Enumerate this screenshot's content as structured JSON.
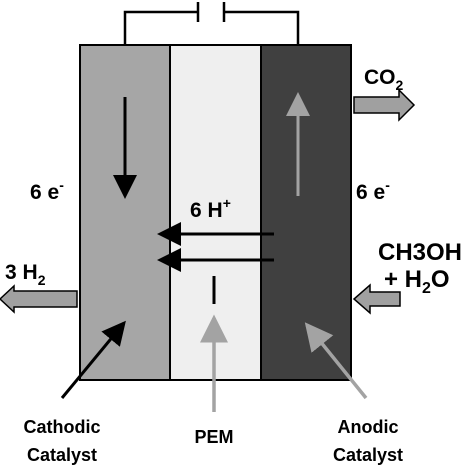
{
  "diagram": {
    "electrons_left": "6 e",
    "electrons_right": "6 e",
    "electron_superscript": "-",
    "protons": "6 H",
    "protons_superscript": "+",
    "co2_main": "CO",
    "co2_sub": "2",
    "h2_prefix": "3 H",
    "h2_sub": "2",
    "fuel_line1": "CH3OH",
    "fuel_line2_prefix": "+ H",
    "fuel_line2_sub": "2",
    "fuel_line2_suffix": "O",
    "cathode_label_1": "Cathodic",
    "cathode_label_2": "Catalyst",
    "pem_label": "PEM",
    "anode_label_1": "Anodic",
    "anode_label_2": "Catalyst",
    "colors": {
      "cathode": "#a6a6a6",
      "pem": "#efefef",
      "anode": "#404040",
      "arrow_gray": "#a3a3a3",
      "block_arrow": "#a0a0a0",
      "line": "#000000"
    }
  }
}
